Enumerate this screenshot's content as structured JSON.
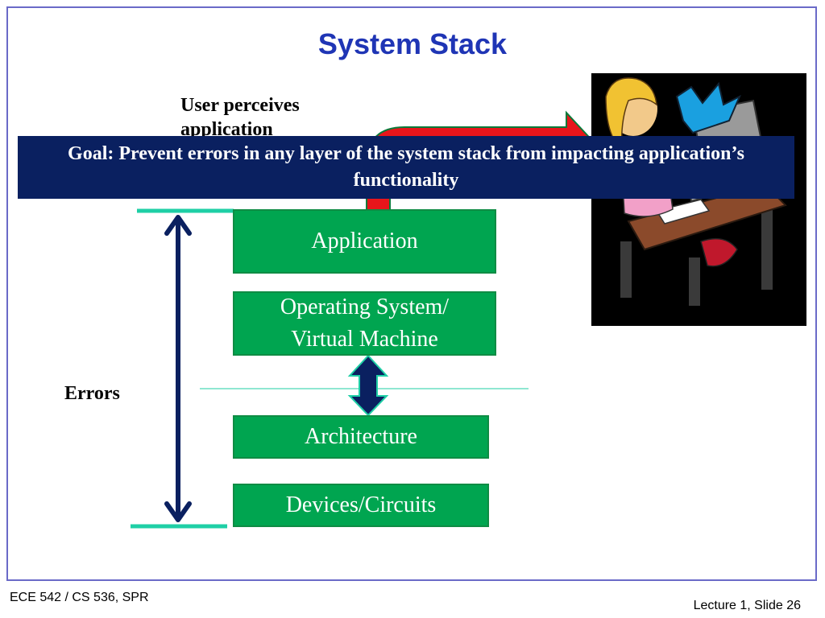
{
  "title": "System Stack",
  "user_perceives": "User perceives application",
  "goal": "Goal: Prevent errors in any layer of the system stack from impacting application’s functionality",
  "layers": {
    "application": "Application",
    "os_line1": "Operating System/",
    "os_line2": "Virtual Machine",
    "architecture": "Architecture",
    "devices": "Devices/Circuits"
  },
  "errors_label": "Errors",
  "footer": {
    "course": "ECE 542 / CS 536,  SPR",
    "slide": "Lecture 1, Slide 26"
  },
  "colors": {
    "title": "#1f35b5",
    "layer_fill": "#00a550",
    "goal_bg": "#0a2060",
    "arrow_red": "#e8151b",
    "teal": "#1fcfa6",
    "navy": "#0a2060"
  },
  "icons": [
    "user-at-computer-clipart",
    "red-arrow-icon",
    "double-arrow-icon",
    "vertical-double-arrow-icon"
  ]
}
